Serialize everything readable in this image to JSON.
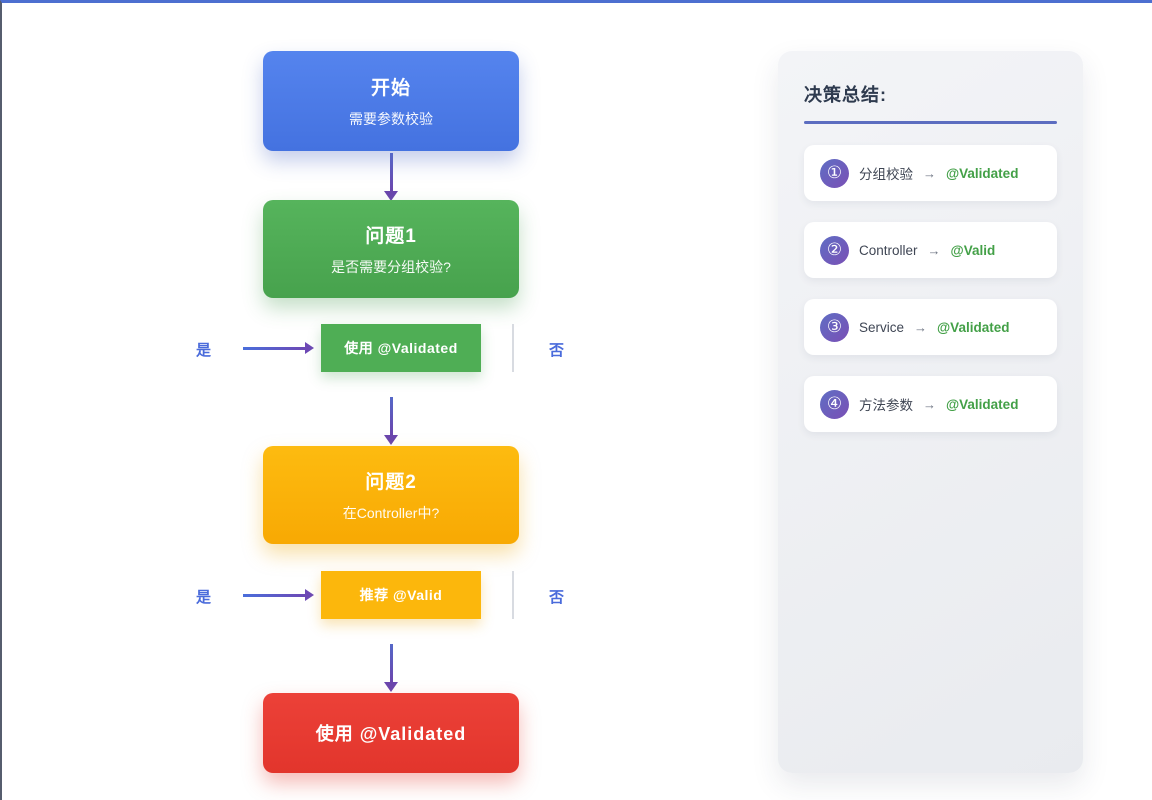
{
  "flow": {
    "start": {
      "title": "开始",
      "subtitle": "需要参数校验"
    },
    "q1": {
      "title": "问题1",
      "subtitle": "是否需要分组校验?"
    },
    "branch1": {
      "yes_label": "是",
      "result": "使用 @Validated",
      "no_label": "否"
    },
    "q2": {
      "title": "问题2",
      "subtitle": "在Controller中?"
    },
    "branch2": {
      "yes_label": "是",
      "result": "推荐 @Valid",
      "no_label": "否"
    },
    "final": {
      "title": "使用 @Validated"
    }
  },
  "summary": {
    "heading": "决策总结:",
    "items": [
      {
        "num": "①",
        "label": "分组校验",
        "arrow": "→",
        "value": "@Validated"
      },
      {
        "num": "②",
        "label": "Controller",
        "arrow": "→",
        "value": "@Valid"
      },
      {
        "num": "③",
        "label": "Service",
        "arrow": "→",
        "value": "@Validated"
      },
      {
        "num": "④",
        "label": "方法参数",
        "arrow": "→",
        "value": "@Validated"
      }
    ]
  },
  "colors": {
    "top_border_blue": "#4d6fd0",
    "node_blue": "#4a79e6",
    "node_green": "#4fae55",
    "node_yellow": "#fbb40a",
    "node_red": "#e84138",
    "arrow_purple": "#6a46ae",
    "branch_label_blue": "#4a6bdb",
    "summary_underline": "#5c6dc0",
    "summary_value_green": "#43a047",
    "badge_purple": "#6f5bc5",
    "panel_bg": "#eef0f3"
  }
}
